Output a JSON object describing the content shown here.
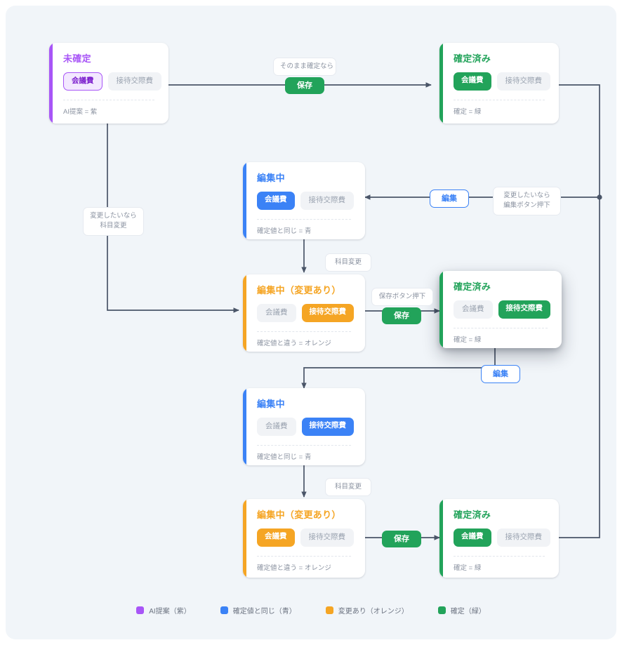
{
  "theme": {
    "canvas_bg": "#f1f5f9",
    "page_bg": "#ffffff",
    "edge_color": "#4a5568",
    "purple": "#a855f7",
    "blue": "#3b82f6",
    "orange": "#f5a524",
    "green": "#22a35a"
  },
  "nodes": [
    {
      "id": "n1",
      "accent": "purple",
      "title": "未確定",
      "pills": [
        {
          "label": "会議費",
          "state": "purple"
        },
        {
          "label": "接待交際費",
          "state": "off"
        }
      ],
      "note": "AI提案 = 紫"
    },
    {
      "id": "n2",
      "accent": "green",
      "title": "確定済み",
      "pills": [
        {
          "label": "会議費",
          "state": "green"
        },
        {
          "label": "接待交際費",
          "state": "off"
        }
      ],
      "note": "確定 = 緑"
    },
    {
      "id": "n3",
      "accent": "blue",
      "title": "編集中",
      "pills": [
        {
          "label": "会議費",
          "state": "blue"
        },
        {
          "label": "接待交際費",
          "state": "off"
        }
      ],
      "note": "確定値と同じ = 青"
    },
    {
      "id": "n4",
      "accent": "orange",
      "title": "編集中（変更あり）",
      "pills": [
        {
          "label": "会議費",
          "state": "off"
        },
        {
          "label": "接待交際費",
          "state": "orange"
        }
      ],
      "note": "確定値と違う = オレンジ"
    },
    {
      "id": "n5",
      "accent": "green",
      "title": "確定済み",
      "pills": [
        {
          "label": "会議費",
          "state": "off"
        },
        {
          "label": "接待交際費",
          "state": "green"
        }
      ],
      "note": "確定 = 緑"
    },
    {
      "id": "n6",
      "accent": "blue",
      "title": "編集中",
      "pills": [
        {
          "label": "会議費",
          "state": "off"
        },
        {
          "label": "接待交際費",
          "state": "blue"
        }
      ],
      "note": "確定値と同じ = 青"
    },
    {
      "id": "n7",
      "accent": "orange",
      "title": "編集中（変更あり）",
      "pills": [
        {
          "label": "会議費",
          "state": "orange"
        },
        {
          "label": "接待交際費",
          "state": "off"
        }
      ],
      "note": "確定値と違う = オレンジ"
    },
    {
      "id": "n8",
      "accent": "green",
      "title": "確定済み",
      "pills": [
        {
          "label": "会議費",
          "state": "green"
        },
        {
          "label": "接待交際費",
          "state": "off"
        }
      ],
      "note": "確定 = 緑"
    }
  ],
  "edge_labels": {
    "top_condition": "そのまま確定なら",
    "left_condition_line1": "変更したいなら",
    "left_condition_line2": "科目変更",
    "right_condition_line1": "変更したいなら",
    "right_condition_line2": "編集ボタン押下",
    "kamoku_change_1": "科目変更",
    "kamoku_change_2": "科目変更",
    "save_button_press": "保存ボタン押下"
  },
  "buttons": {
    "save_top": "保存",
    "save_mid": "保存",
    "save_bottom": "保存",
    "edit_right": "編集",
    "edit_lower": "編集"
  },
  "legend": [
    {
      "color": "#a855f7",
      "label": "AI提案（紫）"
    },
    {
      "color": "#3b82f6",
      "label": "確定値と同じ（青）"
    },
    {
      "color": "#f5a524",
      "label": "変更あり（オレンジ）"
    },
    {
      "color": "#22a35a",
      "label": "確定（緑）"
    }
  ]
}
